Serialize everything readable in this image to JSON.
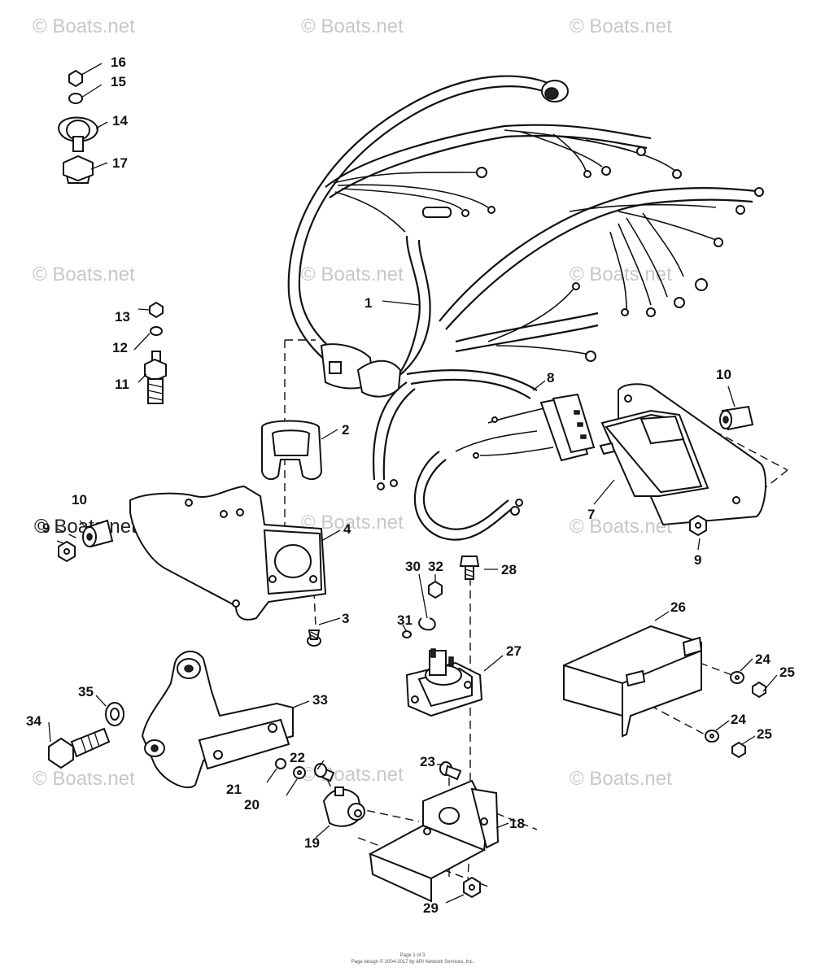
{
  "watermark": {
    "text": "© Boats.net"
  },
  "callouts": {
    "c1": "1",
    "c2": "2",
    "c3": "3",
    "c4": "4",
    "c7": "7",
    "c8": "8",
    "c9": "9",
    "c9b": "9",
    "c10": "10",
    "c10b": "10",
    "c11": "11",
    "c12": "12",
    "c13": "13",
    "c14": "14",
    "c15": "15",
    "c16": "16",
    "c17": "17",
    "c18": "18",
    "c19": "19",
    "c20": "20",
    "c21": "21",
    "c22": "22",
    "c23": "23",
    "c24": "24",
    "c24b": "24",
    "c25": "25",
    "c25b": "25",
    "c26": "26",
    "c27": "27",
    "c28": "28",
    "c29": "29",
    "c30": "30",
    "c31": "31",
    "c32": "32",
    "c33": "33",
    "c34": "34",
    "c35": "35"
  },
  "footer": {
    "line1": "Page 1 of 3",
    "line2": "Page design © 2004-2017 by ARI Network Services, Inc."
  }
}
